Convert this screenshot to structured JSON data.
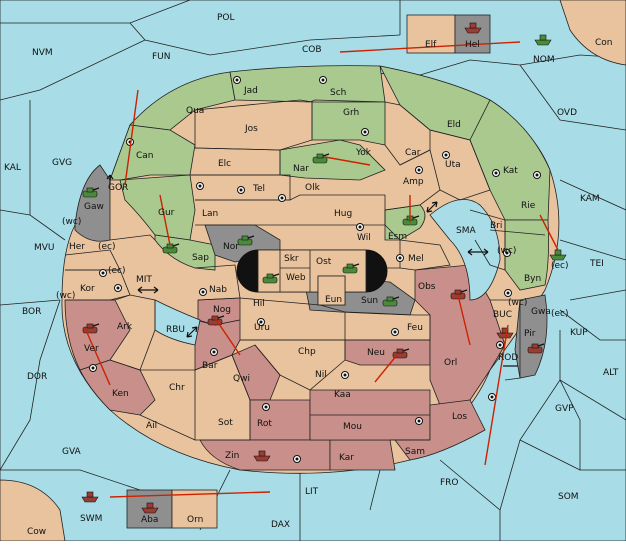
{
  "map_title": "",
  "labels": {
    "POL": "POL",
    "COB": "COB",
    "FUN": "FUN",
    "NVM": "NVM",
    "Con": "Con",
    "NOM": "NOM",
    "OVD": "OVD",
    "KAL": "KAL",
    "GVG": "GVG",
    "KAM": "KAM",
    "TEI": "TEI",
    "SMA": "SMA",
    "MIT": "MIT",
    "RBU": "RBU",
    "MVU": "MVU",
    "BOR": "BOR",
    "DOR": "DOR",
    "GVA": "GVA",
    "Cow": "Cow",
    "SWM": "SWM",
    "LIT": "LIT",
    "DAX": "DAX",
    "FRO": "FRO",
    "SOM": "SOM",
    "GVP": "GVP",
    "ALT": "ALT",
    "KUP": "KUP",
    "BUC": "BUC",
    "ROD": "ROD",
    "Elf": "Elf",
    "Hel": "Hel",
    "Jad": "Jad",
    "Sch": "Sch",
    "Qua": "Qua",
    "Jos": "Jos",
    "Grh": "Grh",
    "Eld": "Eld",
    "Can": "Can",
    "Elc": "Elc",
    "Yok": "Yok",
    "Car": "Car",
    "Nar": "Nar",
    "Uta": "Uta",
    "Amp": "Amp",
    "Tel": "Tel",
    "Olk": "Olk",
    "Kat": "Kat",
    "GOR": "GOR",
    "Gaw": "Gaw",
    "Gur": "Gur",
    "Lan": "Lan",
    "Hug": "Hug",
    "Esm": "Esm",
    "Rie": "Rie",
    "Bri": "Bri",
    "wc": "(wc)",
    "ec": "(ec)",
    "Her": "Her",
    "Nor": "Nor",
    "Skr": "Skr",
    "Wil": "Wil",
    "Sap": "Sap",
    "Ost": "Ost",
    "Mel": "Mel",
    "Web": "Web",
    "Byn": "Byn",
    "Kor": "Kor",
    "Nab": "Nab",
    "Eun": "Eun",
    "Sun": "Sun",
    "Obs": "Obs",
    "Hil": "Hil",
    "Gwa": "Gwa",
    "Nog": "Nog",
    "Ark": "Ark",
    "Uru": "Uru",
    "Feu": "Feu",
    "Pir": "Pir",
    "Ver": "Ver",
    "Chp": "Chp",
    "Neu": "Neu",
    "Orl": "Orl",
    "Bar": "Bar",
    "Qwi": "Qwi",
    "Nil": "Nil",
    "Ken": "Ken",
    "Chr": "Chr",
    "Kaa": "Kaa",
    "Sot": "Sot",
    "Rot": "Rot",
    "Los": "Los",
    "Ail": "Ail",
    "Mou": "Mou",
    "Sam": "Sam",
    "Zin": "Zin",
    "Kar": "Kar",
    "Aba": "Aba",
    "Orn": "Orn"
  },
  "colors": {
    "sea": "#a8dde8",
    "neutral": "#e8c39e",
    "green_power": "#a9c98f",
    "red_power": "#c98f8a",
    "impassable": "#8f8f8f",
    "order_arrow": "#cc2200"
  },
  "units": [
    {
      "type": "army",
      "power": "green",
      "loc": "Nar"
    },
    {
      "type": "army",
      "power": "green",
      "loc": "Gaw"
    },
    {
      "type": "army",
      "power": "green",
      "loc": "Gur"
    },
    {
      "type": "army",
      "power": "green",
      "loc": "Esm"
    },
    {
      "type": "army",
      "power": "green",
      "loc": "Nor"
    },
    {
      "type": "army",
      "power": "green",
      "loc": "Web"
    },
    {
      "type": "army",
      "power": "green",
      "loc": "Ost"
    },
    {
      "type": "army",
      "power": "green",
      "loc": "Sun"
    },
    {
      "type": "fleet",
      "power": "green",
      "loc": "Rie"
    },
    {
      "type": "fleet",
      "power": "green",
      "loc": "NOM"
    },
    {
      "type": "army",
      "power": "red",
      "loc": "Ver"
    },
    {
      "type": "army",
      "power": "red",
      "loc": "Nog"
    },
    {
      "type": "army",
      "power": "red",
      "loc": "Obs"
    },
    {
      "type": "army",
      "power": "red",
      "loc": "Neu"
    },
    {
      "type": "army",
      "power": "red",
      "loc": "Pir"
    },
    {
      "type": "fleet",
      "power": "red",
      "loc": "Zin"
    },
    {
      "type": "fleet",
      "power": "red",
      "loc": "SWM"
    },
    {
      "type": "fleet",
      "power": "red",
      "loc": "Hel"
    },
    {
      "type": "fleet",
      "power": "red",
      "loc": "Aba"
    },
    {
      "type": "fleet",
      "power": "red",
      "loc": "ROD"
    }
  ]
}
